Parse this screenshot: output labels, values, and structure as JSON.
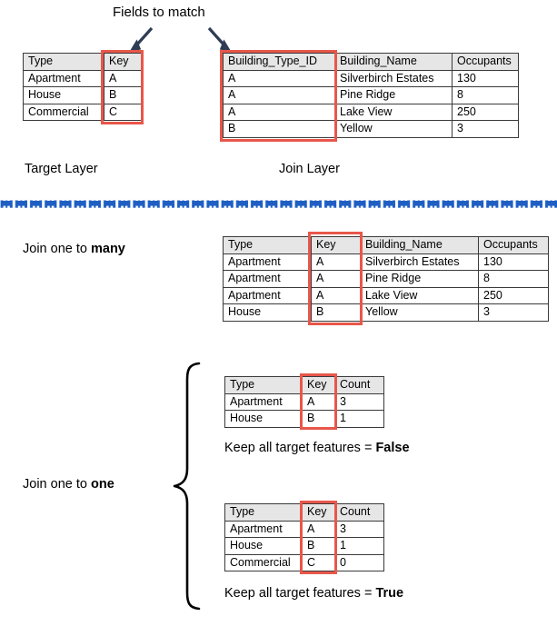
{
  "diagram": {
    "title_note": "Fields to match",
    "target_layer_label": "Target Layer",
    "join_layer_label": "Join Layer",
    "join_many_label_prefix": "Join one to ",
    "join_many_label_bold": "many",
    "join_one_label_prefix": "Join one to ",
    "join_one_label_bold": "one",
    "keep_false_prefix": "Keep all target features = ",
    "keep_false_bold": "False",
    "keep_true_prefix": "Keep all target features = ",
    "keep_true_bold": "True",
    "highlight_color": "#e8574a",
    "header_fill": "#e6e6e6",
    "divider_color": "#1f5fc4",
    "arrow_color": "#2e3c54"
  },
  "target_table": {
    "name": "Target Layer table",
    "headers": [
      "Type",
      "Key"
    ],
    "rows": [
      [
        "Apartment",
        "A"
      ],
      [
        "House",
        "B"
      ],
      [
        "Commercial",
        "C"
      ]
    ],
    "highlight_column": "Key"
  },
  "join_table": {
    "name": "Join Layer table",
    "headers": [
      "Building_Type_ID",
      "Building_Name",
      "Occupants"
    ],
    "rows": [
      [
        "A",
        "Silverbirch Estates",
        "130"
      ],
      [
        "A",
        "Pine Ridge",
        "8"
      ],
      [
        "A",
        "Lake View",
        "250"
      ],
      [
        "B",
        "Yellow",
        "3"
      ]
    ],
    "highlight_column": "Building_Type_ID"
  },
  "one_to_many_table": {
    "name": "Join one to many result",
    "headers": [
      "Type",
      "Key",
      "Building_Name",
      "Occupants"
    ],
    "rows": [
      [
        "Apartment",
        "A",
        "Silverbirch Estates",
        "130"
      ],
      [
        "Apartment",
        "A",
        "Pine Ridge",
        "8"
      ],
      [
        "Apartment",
        "A",
        "Lake View",
        "250"
      ],
      [
        "House",
        "B",
        "Yellow",
        "3"
      ]
    ],
    "highlight_column": "Key"
  },
  "one_to_one_false_table": {
    "name": "Join one to one, keep all target features false",
    "headers": [
      "Type",
      "Key",
      "Count"
    ],
    "rows": [
      [
        "Apartment",
        "A",
        "3"
      ],
      [
        "House",
        "B",
        "1"
      ]
    ],
    "highlight_column": "Key"
  },
  "one_to_one_true_table": {
    "name": "Join one to one, keep all target features true",
    "headers": [
      "Type",
      "Key",
      "Count"
    ],
    "rows": [
      [
        "Apartment",
        "A",
        "3"
      ],
      [
        "House",
        "B",
        "1"
      ],
      [
        "Commercial",
        "C",
        "0"
      ]
    ],
    "highlight_column": "Key"
  }
}
